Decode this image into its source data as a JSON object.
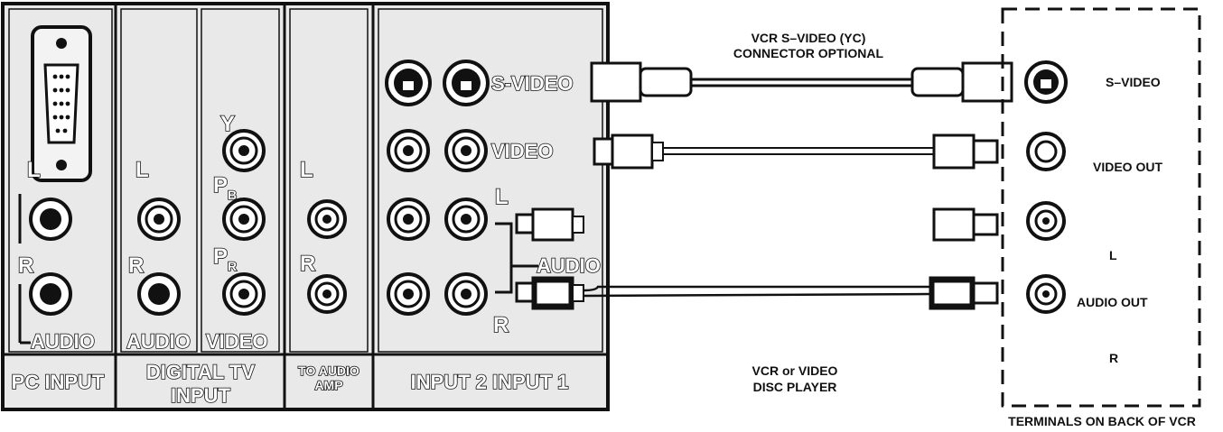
{
  "colors": {
    "panel": "#e9e9e9",
    "ink": "#111111",
    "line": "#111111"
  },
  "panel": {
    "sections": {
      "pc_input": "PC INPUT",
      "digital_tv_line1": "DIGITAL TV",
      "digital_tv_line2": "INPUT",
      "to_audio_line1": "TO AUDIO",
      "to_audio_line2": "AMP",
      "inputs": "INPUT 2  INPUT 1"
    },
    "pc": {
      "l": "L",
      "r": "R",
      "audio": "AUDIO"
    },
    "dtv_audio": {
      "l": "L",
      "r": "R",
      "audio": "AUDIO"
    },
    "dtv_video": {
      "y": "Y",
      "pb": "P",
      "pb_sub": "B",
      "pr": "P",
      "pr_sub": "R",
      "video": "VIDEO"
    },
    "amp": {
      "l": "L",
      "r": "R"
    },
    "inputs": {
      "svideo": "S-VIDEO",
      "video": "VIDEO",
      "l": "L",
      "audio": "AUDIO",
      "r": "R"
    }
  },
  "cables": {
    "svideo_note_line1": "VCR S–VIDEO (YC)",
    "svideo_note_line2": "CONNECTOR OPTIONAL"
  },
  "vcr": {
    "svideo": "S–VIDEO",
    "video_out": "VIDEO OUT",
    "l": "L",
    "audio_out": "AUDIO OUT",
    "r": "R",
    "device_line1": "VCR or VIDEO",
    "device_line2": "DISC PLAYER",
    "caption": "TERMINALS ON BACK OF VCR"
  },
  "icons": [
    "vga-port-icon",
    "s-video-jack-icon",
    "rca-jack-icon",
    "rca-plug-icon",
    "s-video-plug-icon"
  ]
}
